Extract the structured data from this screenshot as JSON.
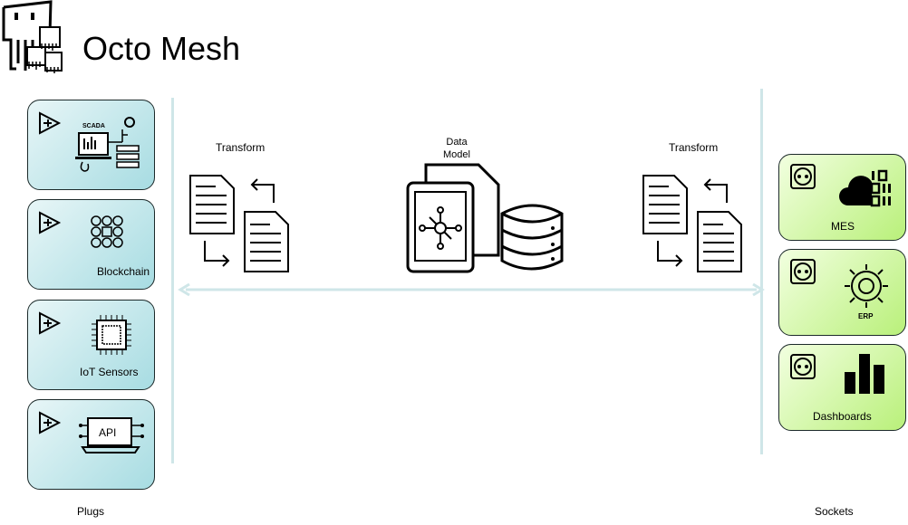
{
  "title": "Octo Mesh",
  "plugs": [
    {
      "label": "",
      "icon": "scada-icon",
      "icon_text": "SCADA"
    },
    {
      "label": "Blockchain",
      "icon": "blockchain-icon"
    },
    {
      "label": "IoT Sensors",
      "icon": "chip-icon"
    },
    {
      "label": "",
      "icon": "api-icon",
      "icon_text": "API"
    }
  ],
  "sockets": [
    {
      "label": "MES",
      "icon": "cloud-binary-icon"
    },
    {
      "label": "",
      "icon": "erp-gear-icon",
      "icon_text": "ERP"
    },
    {
      "label": "Dashboards",
      "icon": "bar-chart-icon"
    }
  ],
  "transform_left": "Transform",
  "transform_right": "Transform",
  "data_model": "Data\nModel",
  "plugs_label": "Plugs",
  "sockets_label": "Sockets",
  "colors": {
    "plug_bg": "#a7dce2",
    "socket_bg": "#b9f07a",
    "line": "#cfe6e8"
  }
}
